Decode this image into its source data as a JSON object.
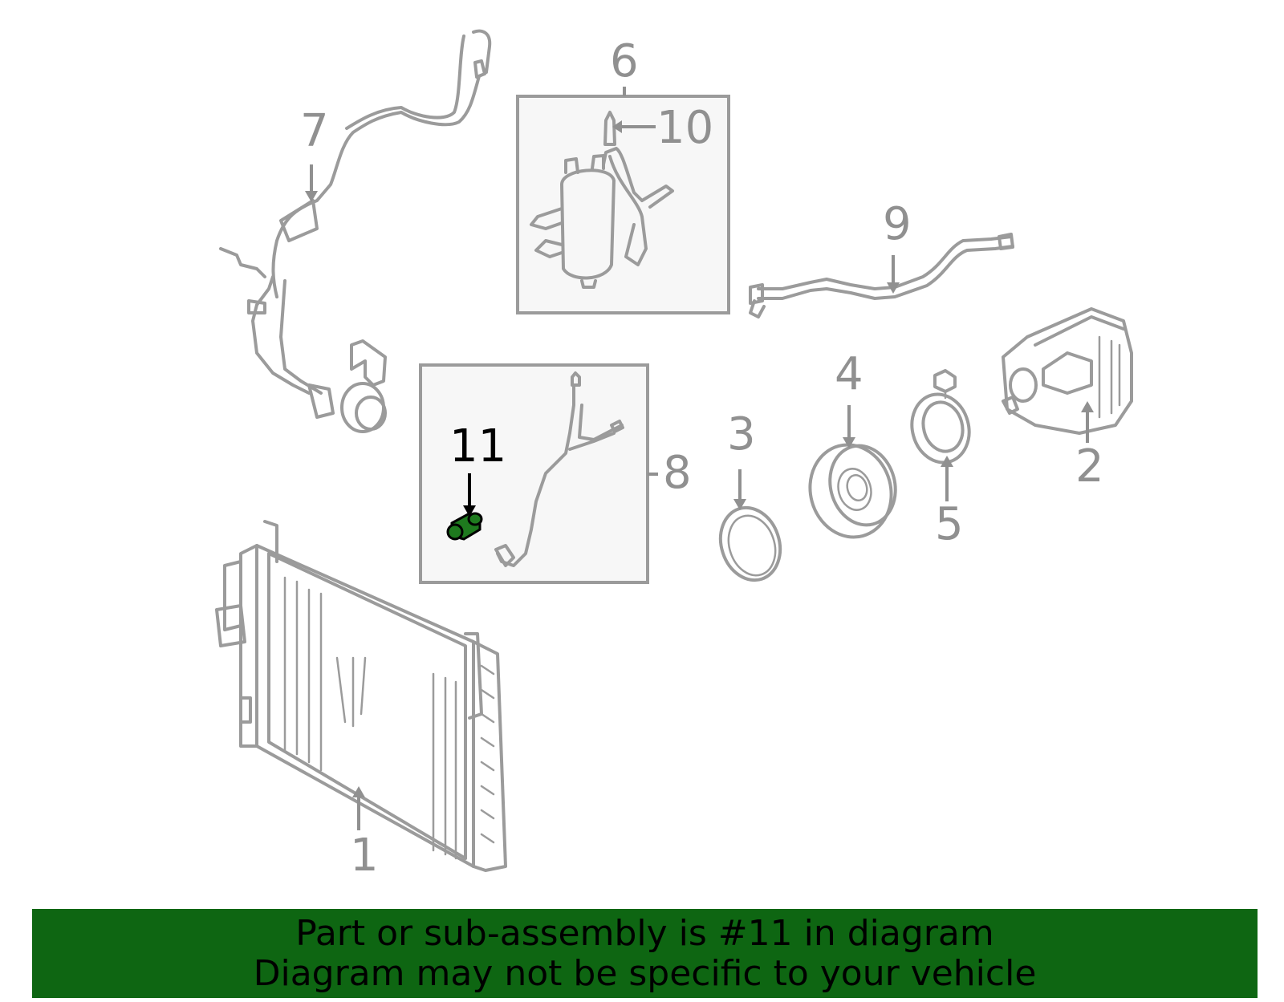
{
  "diagram": {
    "callouts": {
      "c1": "1",
      "c2": "2",
      "c3": "3",
      "c4": "4",
      "c5": "5",
      "c6": "6",
      "c7": "7",
      "c8": "8",
      "c9": "9",
      "c10": "10",
      "c11": "11"
    },
    "highlighted_part": "11",
    "colors": {
      "part_line": "#9b9b9b",
      "highlight_fill": "#1e7a1e",
      "banner": "#0e6612"
    }
  },
  "footer": {
    "line1": "Part or sub-assembly is #11 in diagram",
    "line2": "Diagram may not be specific to your vehicle"
  }
}
